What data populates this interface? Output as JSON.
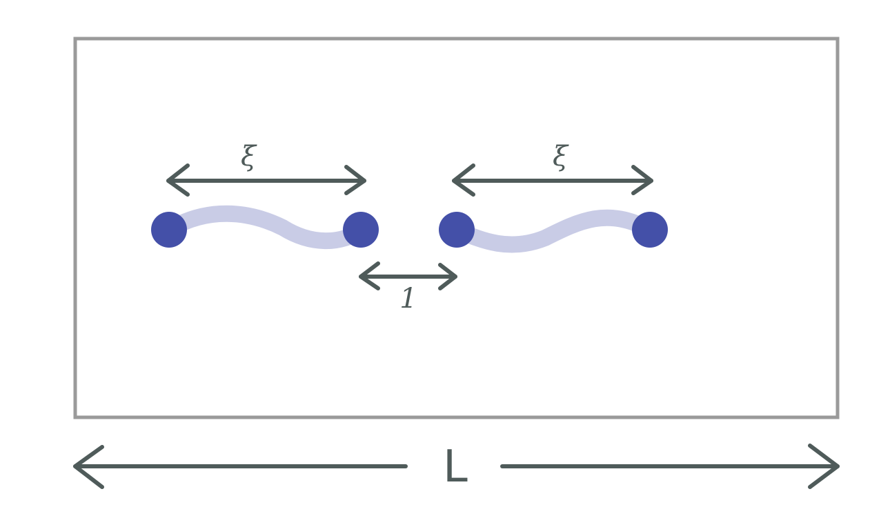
{
  "labels": {
    "left_xi": "ξ",
    "right_xi": "ξ",
    "separation": "1",
    "system_size": "L"
  },
  "colors": {
    "frame": "#9a9a9a",
    "arrow": "#4f5b5a",
    "dot": "#4450a8",
    "string": "#c9cce6"
  }
}
